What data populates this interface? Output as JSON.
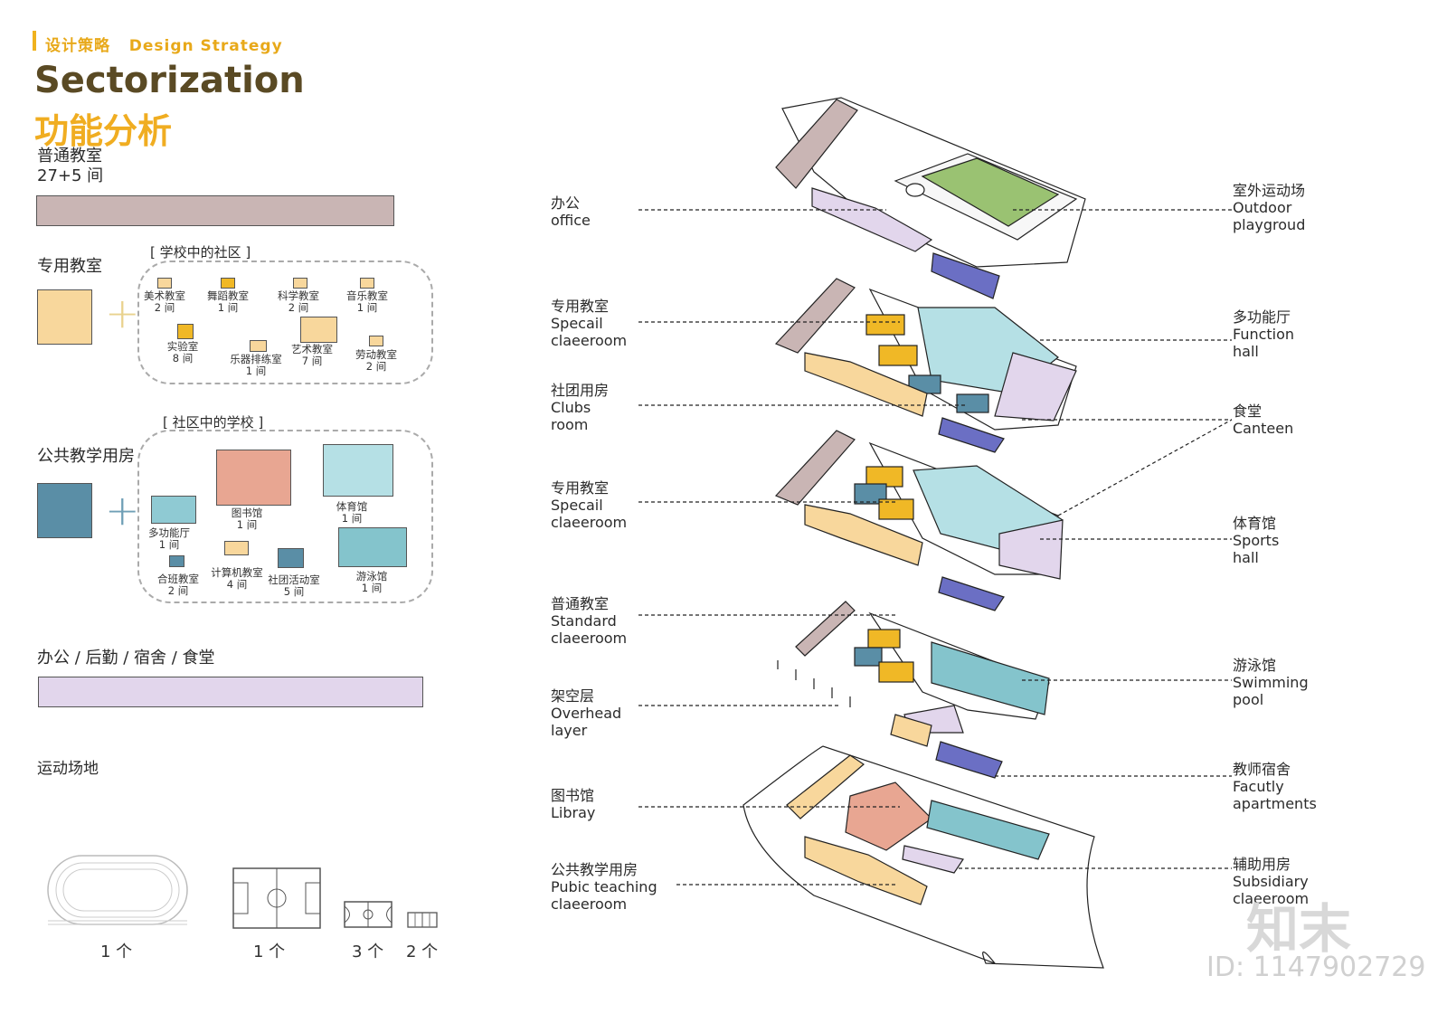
{
  "header": {
    "cn": "设计策略",
    "en": "Design Strategy"
  },
  "title": {
    "en": "Sectorization",
    "cn": "功能分析"
  },
  "colors": {
    "standard": "#c9b5b4",
    "special": "#f8d79c",
    "special_small": "#f5d08c",
    "dark_yellow": "#f0b826",
    "public": "#5a8ea6",
    "library": "#e8a692",
    "gym": "#b5e0e5",
    "multi": "#8fcad3",
    "pool": "#84c4cc",
    "office": "#e2d6ec",
    "purple_dark": "#6b6fc4",
    "field": "#9ac272"
  },
  "standard": {
    "name": "普通教室",
    "count": "27+5 间"
  },
  "special": {
    "name": "专用教室",
    "group": "[ 学校中的社区 ]",
    "items": [
      {
        "name": "美术教室",
        "count": "2 间"
      },
      {
        "name": "舞蹈教室",
        "count": "1 间"
      },
      {
        "name": "科学教室",
        "count": "2 间"
      },
      {
        "name": "音乐教室",
        "count": "1 间"
      },
      {
        "name": "实验室",
        "count": "8 间"
      },
      {
        "name": "乐器排练室",
        "count": "1 间"
      },
      {
        "name": "艺术教室",
        "count": "7 间"
      },
      {
        "name": "劳动教室",
        "count": "2 间"
      }
    ]
  },
  "public": {
    "name": "公共教学用房",
    "group": "[ 社区中的学校 ]",
    "items": [
      {
        "name": "多功能厅",
        "count": "1 间"
      },
      {
        "name": "图书馆",
        "count": "1 间"
      },
      {
        "name": "体育馆",
        "count": "1 间"
      },
      {
        "name": "合班教室",
        "count": "2 间"
      },
      {
        "name": "计算机教室",
        "count": "4 间"
      },
      {
        "name": "社团活动室",
        "count": "5 间"
      },
      {
        "name": "游泳馆",
        "count": "1 间"
      }
    ]
  },
  "office": {
    "name": "办公 / 后勤 / 宿舍 / 食堂"
  },
  "sports": {
    "name": "运动场地",
    "counts": [
      "1 个",
      "1 个",
      "3 个",
      "2 个"
    ]
  },
  "left_labels": [
    {
      "cn": "办公",
      "en": [
        "office"
      ]
    },
    {
      "cn": "专用教室",
      "en": [
        "Specail",
        "claeeroom"
      ]
    },
    {
      "cn": "社团用房",
      "en": [
        "Clubs",
        "room"
      ]
    },
    {
      "cn": "专用教室",
      "en": [
        "Specail",
        "claeeroom"
      ]
    },
    {
      "cn": "普通教室",
      "en": [
        "Standard",
        "claeeroom"
      ]
    },
    {
      "cn": "架空层",
      "en": [
        "Overhead",
        "layer"
      ]
    },
    {
      "cn": "图书馆",
      "en": [
        "Libray"
      ]
    },
    {
      "cn": "公共教学用房",
      "en": [
        "Pubic teaching",
        "claeeroom"
      ]
    }
  ],
  "right_labels": [
    {
      "cn": "室外运动场",
      "en": [
        "Outdoor",
        "playgroud"
      ]
    },
    {
      "cn": "多功能厅",
      "en": [
        "Function",
        "hall"
      ]
    },
    {
      "cn": "食堂",
      "en": [
        "Canteen"
      ]
    },
    {
      "cn": "体育馆",
      "en": [
        "Sports",
        "hall"
      ]
    },
    {
      "cn": "游泳馆",
      "en": [
        "Swimming",
        "pool"
      ]
    },
    {
      "cn": "教师宿舍",
      "en": [
        "Facutly",
        "apartments"
      ]
    },
    {
      "cn": "辅助用房",
      "en": [
        "Subsidiary",
        "claeeroom"
      ]
    }
  ],
  "watermark": {
    "logo": "知末",
    "id": "ID: 1147902729"
  }
}
